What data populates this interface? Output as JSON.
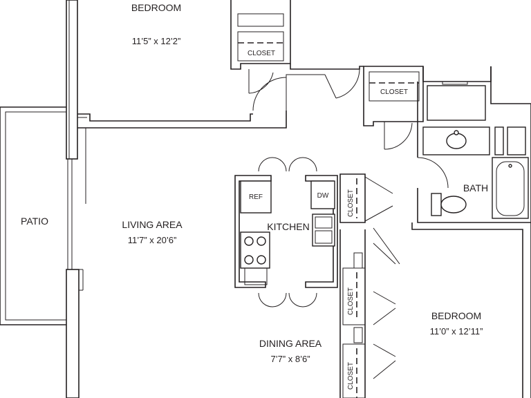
{
  "rooms": {
    "bedroom_top": {
      "name": "BEDROOM",
      "dims": "11’5” x 12’2”"
    },
    "living": {
      "name": "LIVING AREA",
      "dims": "11’7” x 20’6”"
    },
    "patio": {
      "name": "PATIO"
    },
    "kitchen": {
      "name": "KITCHEN"
    },
    "dining": {
      "name": "DINING AREA",
      "dims": "7’7” x 8’6”"
    },
    "bath": {
      "name": "BATH"
    },
    "bedroom_bottom": {
      "name": "BEDROOM",
      "dims": "11’0” x 12’11”"
    }
  },
  "closets": {
    "top_left": "CLOSET",
    "top_mid": "CLOSET",
    "kitchen_side": "CLOSET",
    "hall_upper": "CLOSET",
    "hall_lower": "CLOSET"
  },
  "appliances": {
    "ref": "REF",
    "dw": "DW"
  }
}
